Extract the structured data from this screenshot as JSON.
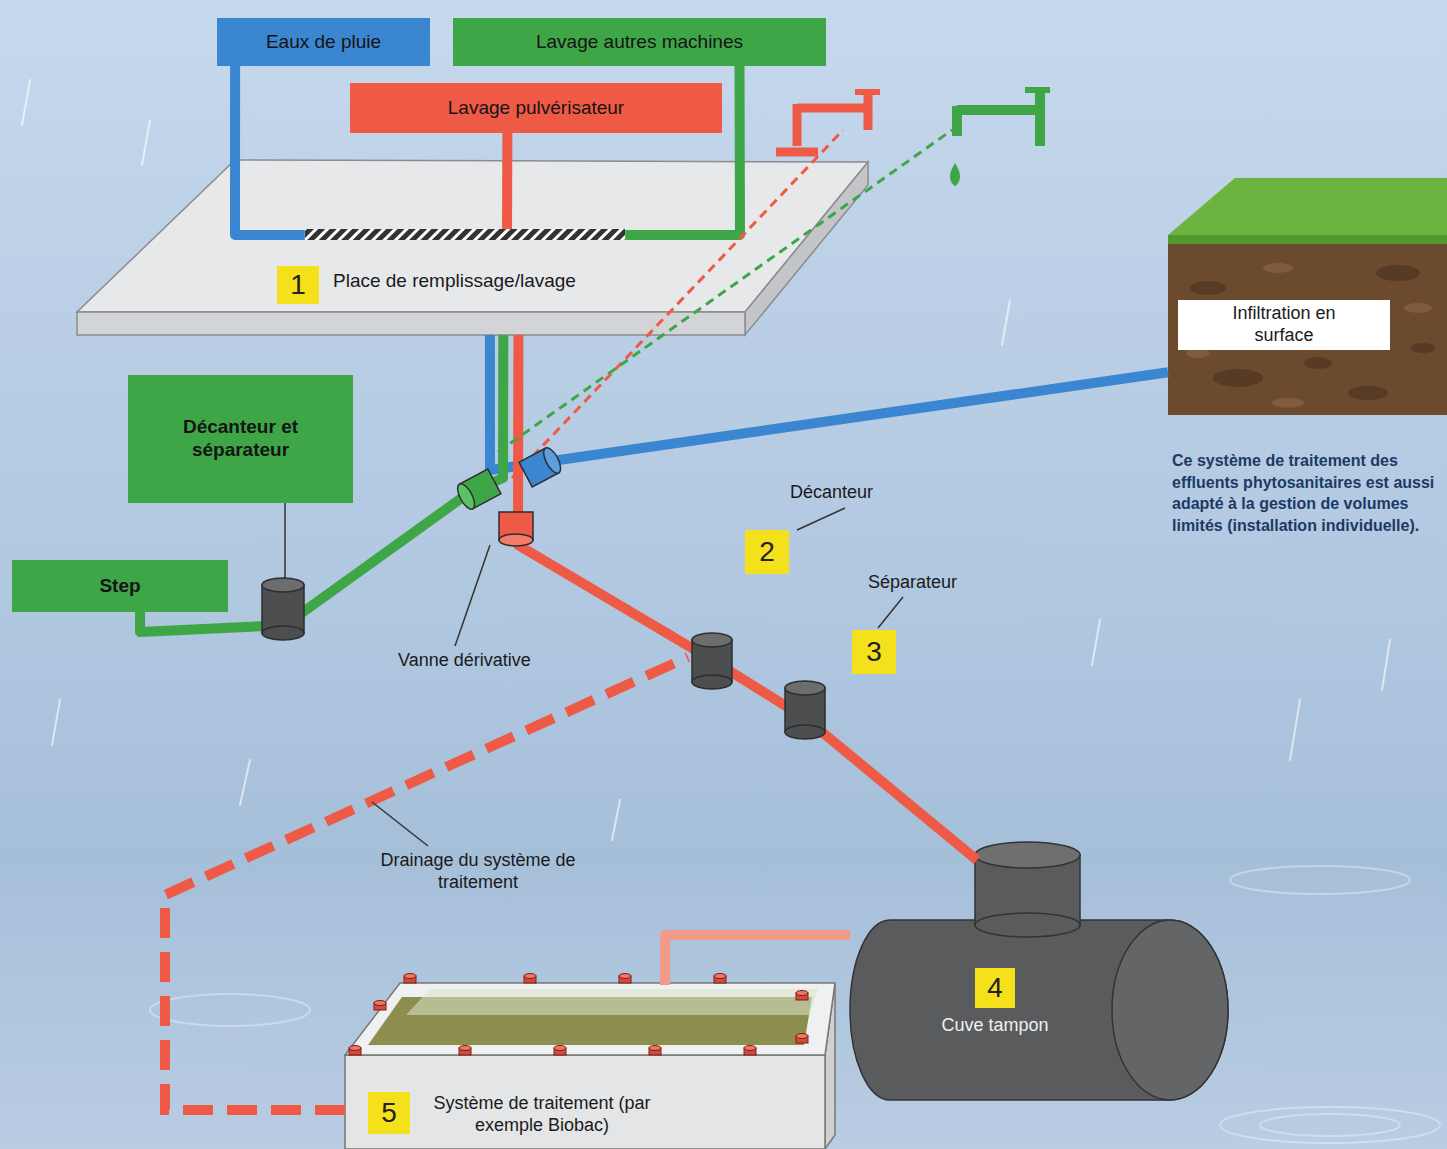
{
  "diagram": {
    "nodes": [
      {
        "text": [
          "Eaux de pluie"
        ]
      },
      {
        "text": [
          "Lavage autres machines"
        ]
      },
      {
        "text": [
          "Lavage pulvérisateur"
        ]
      },
      {
        "text": [
          "Place de remplissage/lavage"
        ]
      },
      {
        "text": [
          "Infiltration en surface"
        ]
      },
      {
        "text": [
          "Décanteur et séparateur"
        ]
      },
      {
        "text": [
          "Step"
        ]
      },
      {
        "text": [
          "Cuve tampon"
        ]
      },
      {
        "text": [
          "Système de traitement (par exemple Biobac)"
        ]
      }
    ],
    "edges": [
      {
        "from": 0,
        "to": 3,
        "arrow": "none"
      },
      {
        "from": 1,
        "to": 3,
        "arrow": "none"
      },
      {
        "from": 2,
        "to": 3,
        "arrow": "none"
      },
      {
        "from": 3,
        "to": 4,
        "arrow": "none"
      },
      {
        "from": 3,
        "to": 6,
        "arrow": "none"
      },
      {
        "from": 3,
        "to": 7,
        "arrow": "none"
      },
      {
        "from": 7,
        "to": 8,
        "arrow": "none"
      }
    ],
    "labels": [
      "1",
      "Décanteur",
      "2",
      "Séparateur",
      "3",
      "Vanne dérivative",
      "Drainage du système de traitement",
      "4",
      "5",
      "Ce système de traitement des effluents phytosanitaires est aussi adapté à la gestion de volumes limités (installation individuelle)."
    ]
  }
}
